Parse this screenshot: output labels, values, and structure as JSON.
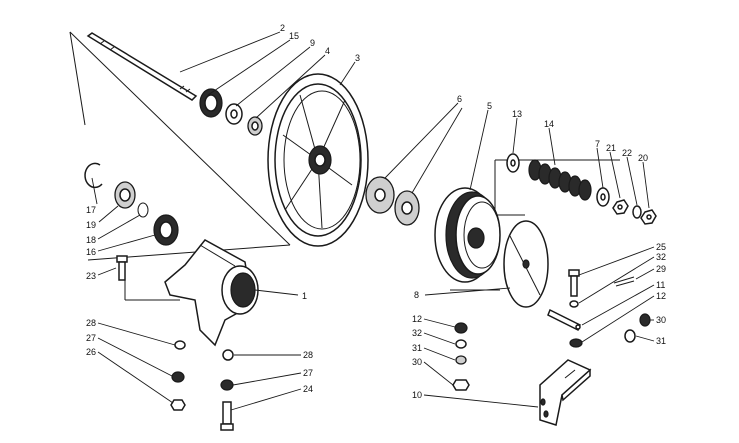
{
  "callouts": {
    "c2": "2",
    "c15": "15",
    "c9": "9",
    "c4": "4",
    "c3": "3",
    "c6": "6",
    "c5": "5",
    "c13": "13",
    "c14": "14",
    "c7": "7",
    "c21": "21",
    "c22": "22",
    "c20": "20",
    "c17": "17",
    "c19": "19",
    "c18": "18",
    "c16": "16",
    "c23": "23",
    "c1": "1",
    "c28a": "28",
    "c27a": "27",
    "c26": "26",
    "c28b": "28",
    "c27b": "27",
    "c24": "24",
    "c25": "25",
    "c32a": "32",
    "c29": "29",
    "c11": "11",
    "c12a": "12",
    "c8": "8",
    "c12b": "12",
    "c32b": "32",
    "c31a": "31",
    "c30a": "30",
    "c30b": "30",
    "c31b": "31",
    "c10": "10"
  }
}
